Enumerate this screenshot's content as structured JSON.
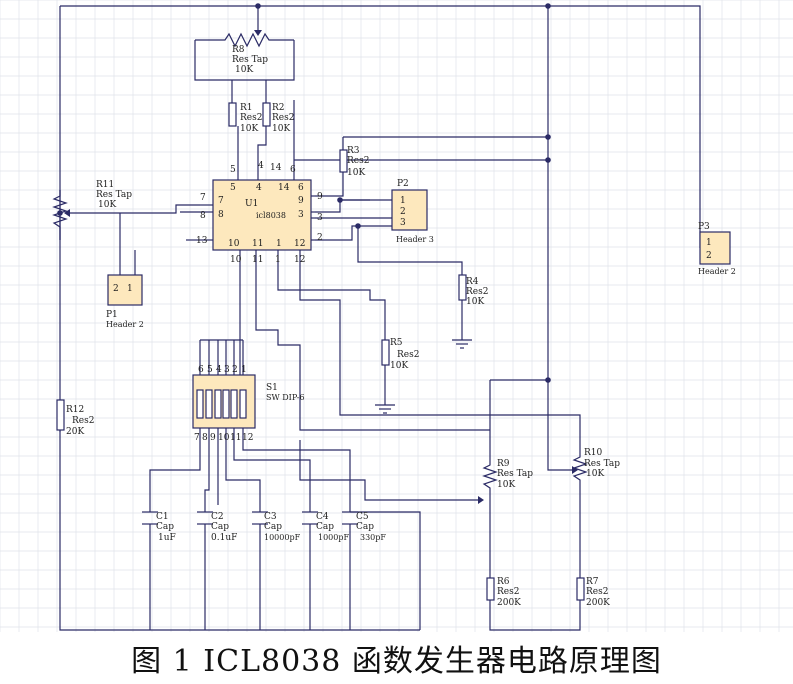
{
  "caption": "图 1    ICL8038 函数发生器电路原理图",
  "ic": {
    "ref": "U1",
    "part": "icl8038",
    "pins": {
      "p5": "5",
      "p4": "4",
      "p14": "14",
      "p6": "6",
      "p7": "7",
      "p8": "8",
      "p13": "13",
      "p9": "9",
      "p3": "3",
      "p2": "2",
      "p10": "10",
      "p11": "11",
      "p1": "1",
      "p12": "12"
    }
  },
  "components": {
    "R8": {
      "ref": "R8",
      "type": "Res Tap",
      "value": "10K"
    },
    "R1": {
      "ref": "R1",
      "type": "Res2",
      "value": "10K"
    },
    "R2": {
      "ref": "R2",
      "type": "Res2",
      "value": "10K"
    },
    "R3": {
      "ref": "R3",
      "type": "Res2",
      "value": "10K"
    },
    "R11": {
      "ref": "R11",
      "type": "Res Tap",
      "value": "10K"
    },
    "P2": {
      "ref": "P2",
      "type": "Header 3",
      "pins": [
        "1",
        "2",
        "3"
      ]
    },
    "P1": {
      "ref": "P1",
      "type": "Header 2",
      "pins": [
        "2",
        "1"
      ]
    },
    "P3": {
      "ref": "P3",
      "type": "Header 2",
      "pins": [
        "1",
        "2"
      ]
    },
    "R4": {
      "ref": "R4",
      "type": "Res2",
      "value": "10K"
    },
    "R5": {
      "ref": "R5",
      "type": "Res2",
      "value": "10K"
    },
    "S1": {
      "ref": "S1",
      "type": "SW DIP-6",
      "top_pins": [
        "6",
        "5",
        "4",
        "3",
        "2",
        "1"
      ],
      "bottom_pins": [
        "7",
        "8",
        "9",
        "10",
        "11",
        "12"
      ]
    },
    "R12": {
      "ref": "R12",
      "type": "Res2",
      "value": "20K"
    },
    "R9": {
      "ref": "R9",
      "type": "Res Tap",
      "value": "10K"
    },
    "R10": {
      "ref": "R10",
      "type": "Res Tap",
      "value": "10K"
    },
    "R6": {
      "ref": "R6",
      "type": "Res2",
      "value": "200K"
    },
    "R7": {
      "ref": "R7",
      "type": "Res2",
      "value": "200K"
    },
    "C1": {
      "ref": "C1",
      "type": "Cap",
      "value": "1uF"
    },
    "C2": {
      "ref": "C2",
      "type": "Cap",
      "value": "0.1uF"
    },
    "C3": {
      "ref": "C3",
      "type": "Cap",
      "value": "10000pF"
    },
    "C4": {
      "ref": "C4",
      "type": "Cap",
      "value": "1000pF"
    },
    "C5": {
      "ref": "C5",
      "type": "Cap",
      "value": "330pF"
    }
  },
  "colors": {
    "wire": "#2b2b66",
    "component_fill": "#fde8bd",
    "grid": "#dfe3ea"
  }
}
